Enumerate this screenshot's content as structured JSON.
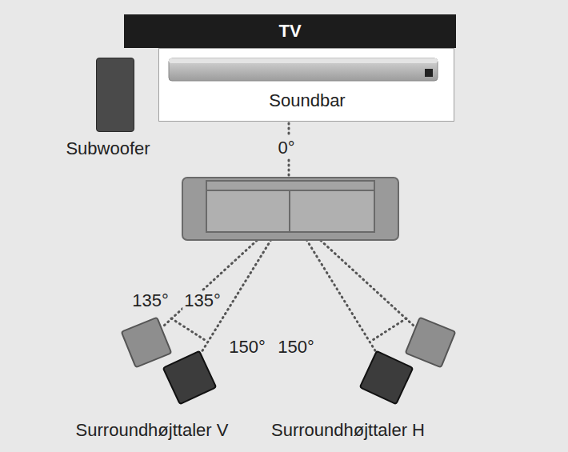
{
  "diagram": {
    "nodes": [
      {
        "text": [
          "TV"
        ]
      },
      {
        "text": [
          "Soundbar"
        ]
      },
      {
        "text": [
          "Subwoofer"
        ]
      },
      {
        "text": [
          "Surroundhøjttaler V"
        ]
      },
      {
        "text": [
          "Surroundhøjttaler H"
        ]
      }
    ],
    "labels": [
      "0°",
      "135°",
      "135°",
      "150°",
      "150°"
    ]
  }
}
